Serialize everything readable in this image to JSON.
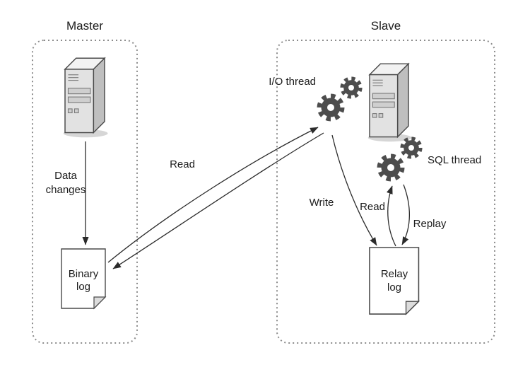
{
  "diagram": {
    "master": {
      "title": "Master",
      "data_changes": {
        "line1": "Data",
        "line2": "changes"
      },
      "binary_log": {
        "line1": "Binary",
        "line2": "log"
      }
    },
    "slave": {
      "title": "Slave",
      "io_thread_label": "I/O thread",
      "sql_thread_label": "SQL thread",
      "relay_log": {
        "line1": "Relay",
        "line2": "log"
      }
    },
    "labels": {
      "read_binlog": "Read",
      "write": "Write",
      "read_relay": "Read",
      "replay": "Replay"
    },
    "icons": {
      "master_server": "server-tower-icon",
      "slave_server": "server-tower-icon",
      "io_thread": "gear-pair-icon",
      "sql_thread": "gear-pair-icon",
      "binary_log": "document-icon",
      "relay_log": "document-icon"
    },
    "colors": {
      "line_stroke": "#2b2b2b",
      "box_border": "#8c8c8c",
      "gear_fill": "#4d4d4d",
      "doc_fill": "#ffffff",
      "server_front": "#e2e2e2",
      "server_side": "#bfbfbf"
    }
  }
}
